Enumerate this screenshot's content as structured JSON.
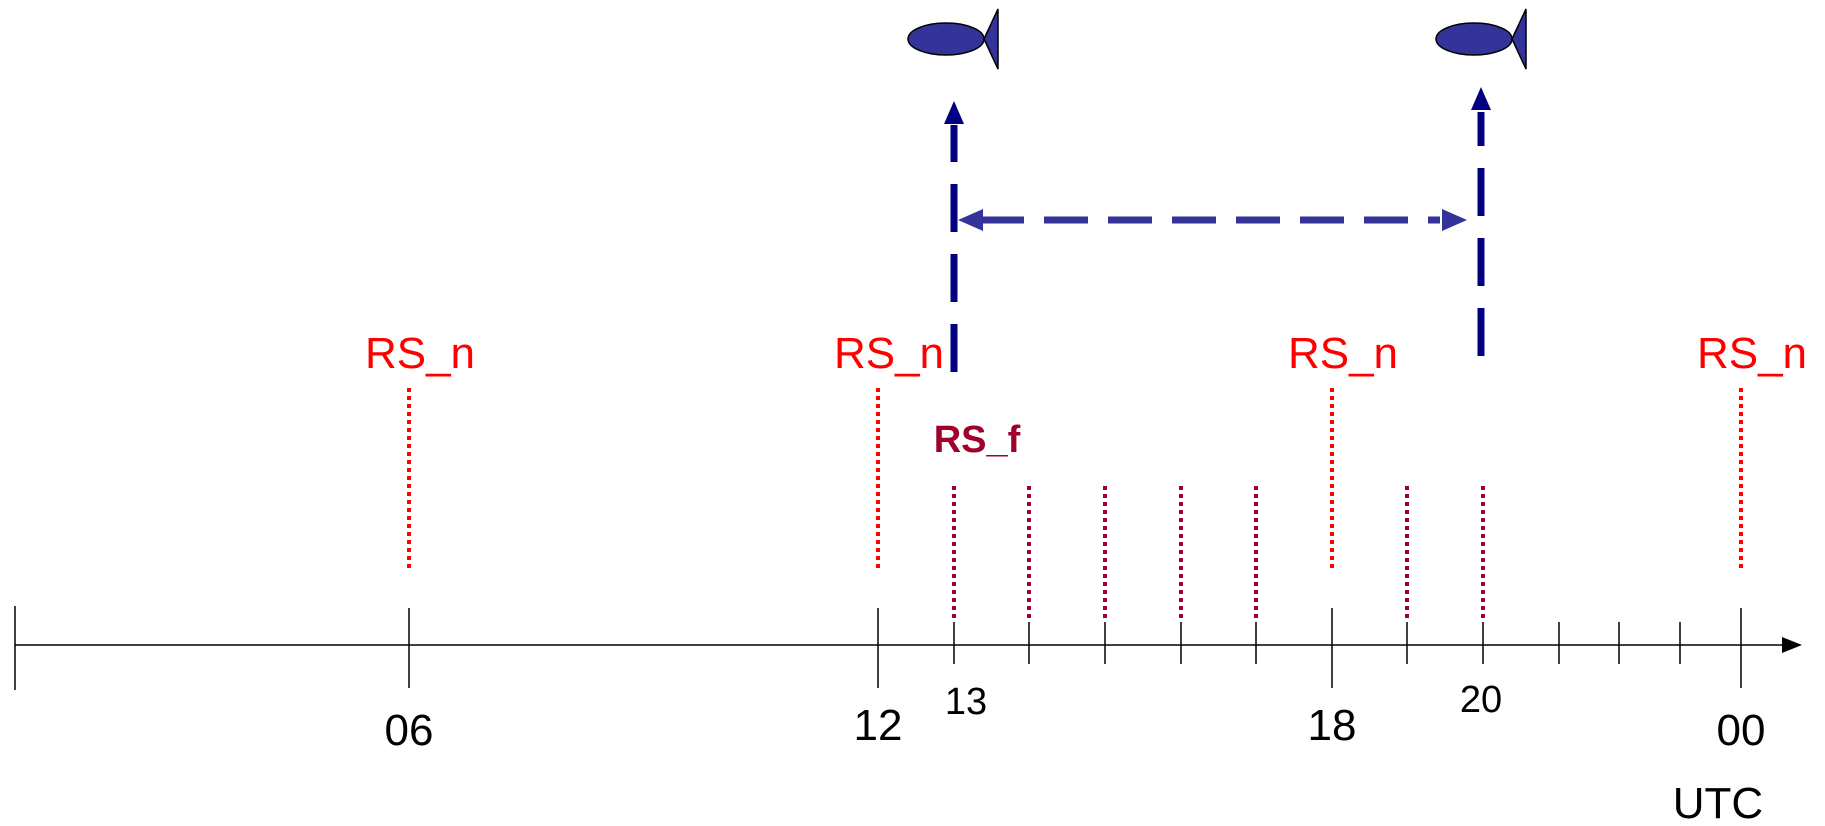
{
  "colors": {
    "axis": "#000000",
    "rs_n": "#ff0000",
    "rs_f": "#a0002a",
    "launch": "#000080",
    "interval": "#333399",
    "balloon": "#333399"
  },
  "labels": {
    "rs_n": "RS_n",
    "rs_f": "RS_f",
    "unit": "UTC"
  },
  "ticks": {
    "hour_labels_large": [
      "06",
      "12",
      "18",
      "00"
    ],
    "hour_labels_small": [
      "13",
      "20"
    ]
  },
  "icons": {
    "balloon": "sonde-balloon-icon"
  }
}
